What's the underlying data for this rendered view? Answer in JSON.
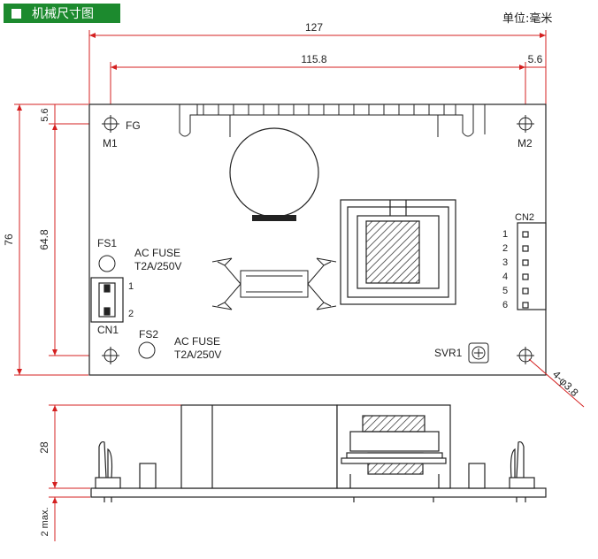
{
  "header": {
    "title": "机械尺寸图",
    "unit": "单位:毫米"
  },
  "dimensions": {
    "overall_width": "127",
    "hole_spacing": "115.8",
    "hole_edge_offset_right": "5.6",
    "hole_edge_offset_top": "5.6",
    "overall_height": "76",
    "hole_vertical_spacing": "64.8",
    "side_height": "28",
    "lead_protrusion": "2 max.",
    "hole_spec": "4-φ3.8"
  },
  "labels": {
    "fg": "FG",
    "m1": "M1",
    "m2": "M2",
    "fs1": "FS1",
    "fs2": "FS2",
    "ac_fuse_1": "AC FUSE",
    "fuse_rating_1": "T2A/250V",
    "ac_fuse_2": "AC FUSE",
    "fuse_rating_2": "T2A/250V",
    "cn1": "CN1",
    "cn1_pin1": "1",
    "cn1_pin2": "2",
    "cn2": "CN2",
    "cn2_pins": [
      "1",
      "2",
      "3",
      "4",
      "5",
      "6"
    ],
    "svr1": "SVR1"
  },
  "colors": {
    "title_bg": "#1c8a2e",
    "line": "#222222",
    "dim_line": "#d42020"
  }
}
